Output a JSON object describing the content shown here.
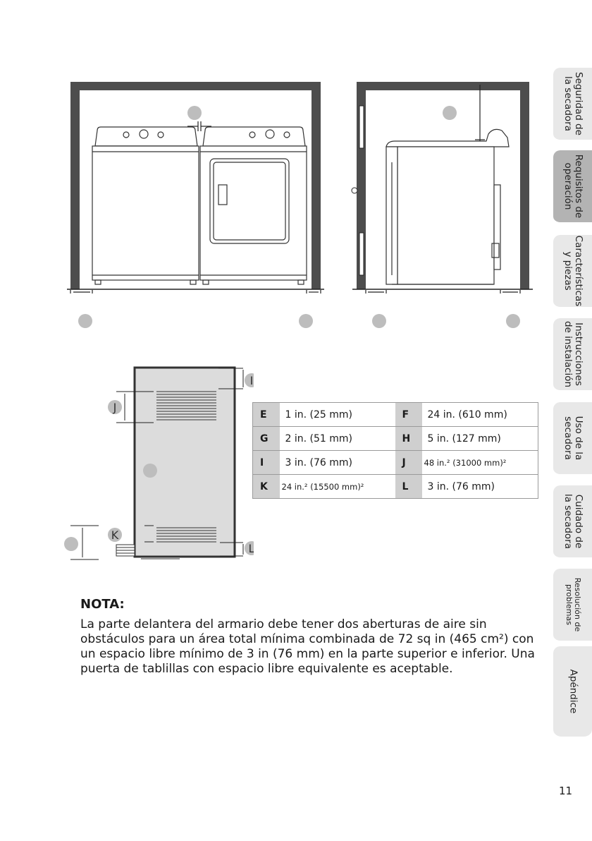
{
  "tabs": [
    {
      "label": "Seguridad de\nla secadora",
      "active": false
    },
    {
      "label": "Requisitos de\noperación",
      "active": true
    },
    {
      "label": "Características\ny piezas",
      "active": false
    },
    {
      "label": "Instrucciones\nde instalación",
      "active": false
    },
    {
      "label": "Uso de la\nsecadora",
      "active": false
    },
    {
      "label": "Cuidado de\nla secadora",
      "active": false
    },
    {
      "label": "Resolución de\nproblemas",
      "active": false
    },
    {
      "label": "Apéndice",
      "active": false
    }
  ],
  "diagram": {
    "cabinet_labels": {
      "i": "I",
      "j": "J",
      "k": "K",
      "l": "L"
    }
  },
  "specs": [
    {
      "left_key": "E",
      "left_value": "1 in. (25 mm)",
      "right_key": "F",
      "right_value": "24 in. (610 mm)"
    },
    {
      "left_key": "G",
      "left_value": "2 in. (51 mm)",
      "right_key": "H",
      "right_value": "5 in. (127 mm)"
    },
    {
      "left_key": "I",
      "left_value": "3 in. (76 mm)",
      "right_key": "J",
      "right_value": "48 in.² (31000 mm)²"
    },
    {
      "left_key": "K",
      "left_value": "24 in.² (15500 mm)²",
      "right_key": "L",
      "right_value": "3 in. (76 mm)"
    }
  ],
  "note": {
    "title": "NOTA:",
    "text": "La parte delantera del armario debe tener dos aberturas de aire sin obstáculos para un área total mínima combinada de 72 sq in (465 cm²) con un espacio libre mínimo de 3 in (76 mm) en la parte superior e inferior. Una puerta de tablillas con espacio libre equivalente es aceptable."
  },
  "page_number": "11"
}
